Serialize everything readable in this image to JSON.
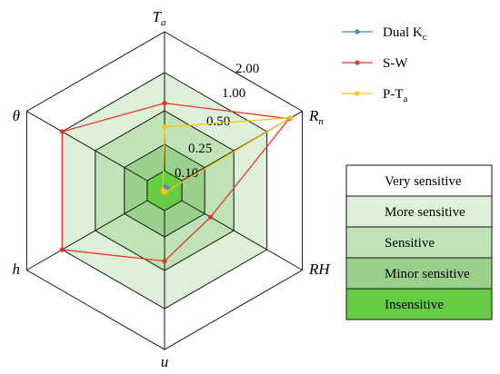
{
  "chart_data": {
    "type": "radar",
    "axes": [
      {
        "name": "T",
        "sub": "a"
      },
      {
        "name": "R",
        "sub": "n"
      },
      {
        "name": "RH",
        "sub": ""
      },
      {
        "name": "u",
        "sub": ""
      },
      {
        "name": "h",
        "sub": ""
      },
      {
        "name": "θ",
        "sub": ""
      }
    ],
    "ring_values": [
      0.1,
      0.25,
      0.5,
      1.0,
      2.0
    ],
    "ring_labels": [
      "0.10",
      "0.25",
      "0.50",
      "1.00",
      "2.00"
    ],
    "sensitivity_bands": [
      {
        "label": "Very sensitive",
        "color": "#ffffff"
      },
      {
        "label": "More sensitive",
        "color": "#dff0da"
      },
      {
        "label": "Sensitive",
        "color": "#bfe2b6"
      },
      {
        "label": "Minor sensitive",
        "color": "#99d18c"
      },
      {
        "label": "Insensitive",
        "color": "#66cc44"
      }
    ],
    "series": [
      {
        "name": "Dual K",
        "sub": "c",
        "color": "#4a86c8",
        "values": [
          0.02,
          0.02,
          0.01,
          0.01,
          0.01,
          0.01
        ]
      },
      {
        "name": "S-W",
        "sub": "",
        "color": "#e8352b",
        "values": [
          0.6,
          1.63,
          0.3,
          0.43,
          1.0,
          1.0
        ]
      },
      {
        "name": "P-T",
        "sub": "a",
        "color": "#f5c518",
        "values": [
          0.38,
          1.68,
          0.01,
          0.01,
          0.01,
          0.01
        ]
      }
    ]
  }
}
